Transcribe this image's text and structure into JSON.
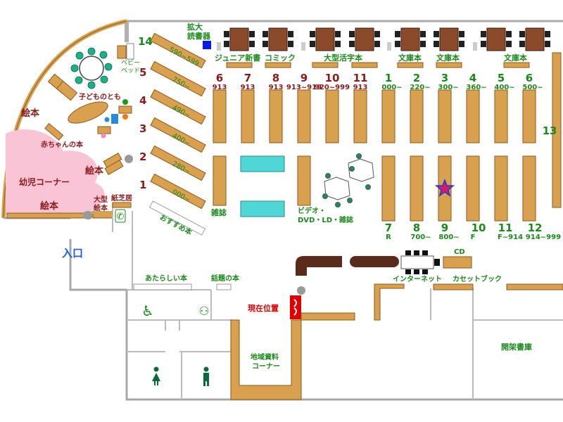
{
  "map": {
    "labels": {
      "magnifier_reader": [
        "拡大",
        "読書器"
      ],
      "junior_new_books": "ジュニア新書",
      "comics": "コミック",
      "large_print": "大型活字本",
      "bunko": "文庫本",
      "baby_bed": [
        "ベビー",
        "ベッド"
      ],
      "kids_table": "子どものとも",
      "picture_books": "絵本",
      "baby_books": "赤ちゃんの本",
      "toddler_corner": "幼児コーナー",
      "large_picture_books": [
        "大型",
        "絵本"
      ],
      "kamishibai": "紙芝居",
      "recommended": "おすすめ本",
      "magazines": "雑誌",
      "video": [
        "ビデオ・",
        "DVD・LD・雑誌"
      ],
      "entrance": "入口",
      "new_books": "あたらしい本",
      "topic_books": "話題の本",
      "current_location": "現在位置",
      "local_materials": [
        "地域資料",
        "コーナー"
      ],
      "internet": "インターネット",
      "cassette_books": "カセットブック",
      "cd": "CD",
      "closed_stacks": "開架書庫"
    },
    "diagonal_shelves": [
      {
        "num": "14",
        "range": "590~599"
      },
      {
        "num": "5",
        "range": "750~"
      },
      {
        "num": "4",
        "range": "490~"
      },
      {
        "num": "3",
        "range": "400~"
      },
      {
        "num": "2",
        "range": "280~"
      },
      {
        "num": "1",
        "range": "000~"
      }
    ],
    "top_red_shelves": [
      {
        "num": "6",
        "code": "913"
      },
      {
        "num": "7",
        "code": "913"
      },
      {
        "num": "8",
        "code": "913"
      },
      {
        "num": "9",
        "code": "913~919"
      },
      {
        "num": "10",
        "code": "920~999"
      },
      {
        "num": "11",
        "code": "913"
      }
    ],
    "top_green_shelves": [
      {
        "num": "1",
        "code": "000~"
      },
      {
        "num": "2",
        "code": "220~"
      },
      {
        "num": "3",
        "code": "300~"
      },
      {
        "num": "4",
        "code": "360~"
      },
      {
        "num": "5",
        "code": "400~"
      },
      {
        "num": "6",
        "code": "500~"
      }
    ],
    "bottom_green_shelves": [
      {
        "num": "7",
        "code": "R"
      },
      {
        "num": "8",
        "code": "700~"
      },
      {
        "num": "9",
        "code": "800~"
      },
      {
        "num": "10",
        "code": "F"
      },
      {
        "num": "11",
        "code": "F~914"
      },
      {
        "num": "12",
        "code": "914~999"
      }
    ],
    "shelf_13": "13",
    "colors": {
      "shelf": "#d9a050",
      "shelf_stroke": "#8a5a1a",
      "dark_wall": "#5a2a1a",
      "table": "#8b4a2a",
      "pink_area": "#f9c4d6",
      "floor_wall": "#999999",
      "water": "#4fd6d6",
      "green_text": "#1a8a1a",
      "red_text": "#8b1a1a",
      "blue_text": "#1a5fd6",
      "star": "#d61a6a",
      "current_marker": "#e00000"
    },
    "icons": [
      "magnifier-reader-icon",
      "wheelchair-restroom-icon",
      "baby-care-icon",
      "female-restroom-icon",
      "male-restroom-icon",
      "telephone-icon",
      "star-icon"
    ]
  }
}
